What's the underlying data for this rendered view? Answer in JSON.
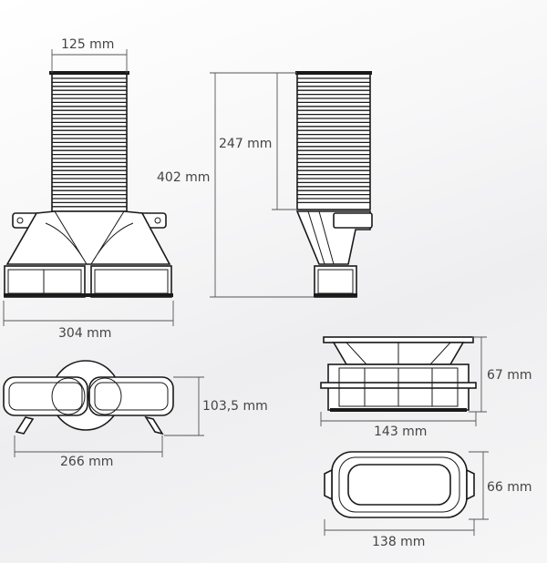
{
  "dimensions": {
    "front_pipe_width": "125 mm",
    "front_total_width": "304 mm",
    "side_total_height": "402 mm",
    "side_pipe_height": "247 mm",
    "bottom_width": "266 mm",
    "bottom_depth": "103,5 mm",
    "adapter_height": "67 mm",
    "adapter_width": "143 mm",
    "oval_depth": "66 mm",
    "oval_width": "138 mm"
  }
}
